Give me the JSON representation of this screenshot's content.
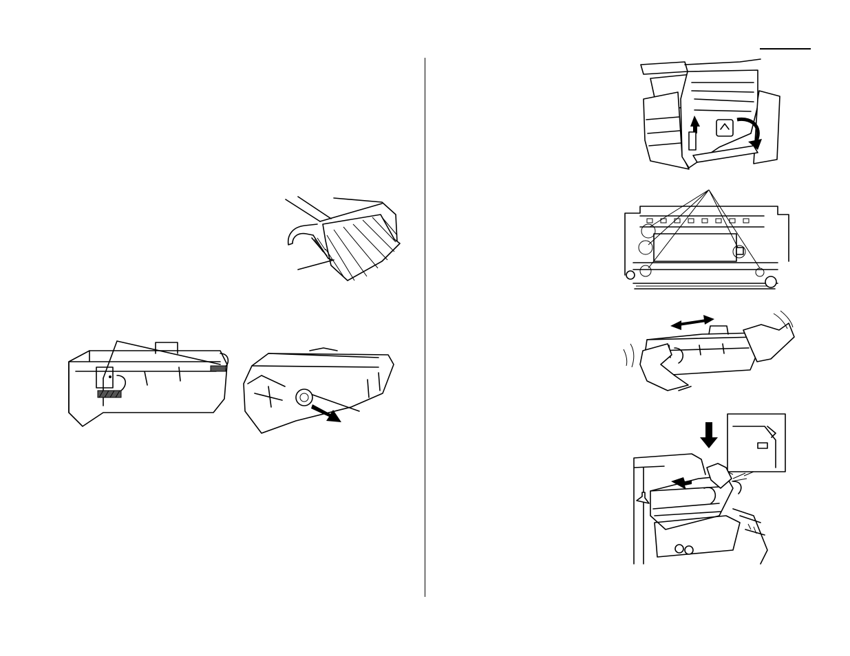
{
  "page": {
    "background": "#ffffff",
    "ink": "#000000"
  },
  "figures": [
    {
      "id": "fuser-shield-closeup",
      "hatched": true,
      "icon": "hatched-cover-icon"
    },
    {
      "id": "drum-unit-tape-removal",
      "hatched": true,
      "icon": "tape-strip-icon"
    },
    {
      "id": "drum-unit-plug-removal",
      "icon": "arrow-out-icon"
    },
    {
      "id": "machine-side-cover-open",
      "icon": "curved-arrow-icon"
    },
    {
      "id": "machine-interior-contact-points",
      "icon": "callout-circle-icon"
    },
    {
      "id": "rocking-drum-unit",
      "icon": "double-arrow-icon"
    },
    {
      "id": "installing-drum-unit",
      "icon": "down-arrow-icon"
    }
  ]
}
